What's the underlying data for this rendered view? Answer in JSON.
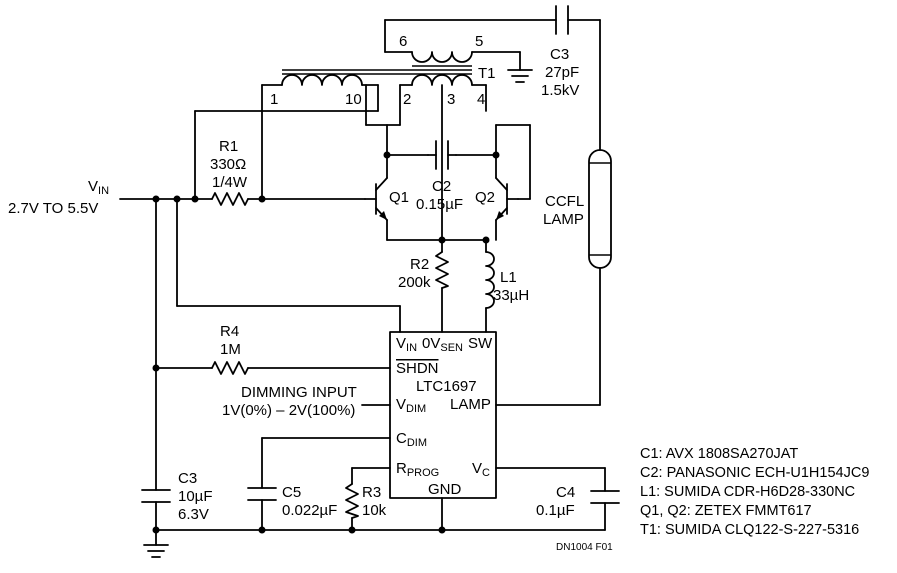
{
  "vin": {
    "label": "V",
    "label_sub": "IN",
    "range": "2.7V TO 5.5V"
  },
  "r1": {
    "name": "R1",
    "value": "330Ω",
    "power": "1/4W"
  },
  "r2": {
    "name": "R2",
    "value": "200k"
  },
  "r3": {
    "name": "R3",
    "value": "10k"
  },
  "r4": {
    "name": "R4",
    "value": "1M"
  },
  "c2": {
    "name": "C2",
    "value": "0.15µF"
  },
  "c3_top": {
    "name": "C3",
    "value": "27pF",
    "voltage": "1.5kV"
  },
  "c3_bottom": {
    "name": "C3",
    "value": "10µF",
    "voltage": "6.3V"
  },
  "c4": {
    "name": "C4",
    "value": "0.1µF"
  },
  "c5": {
    "name": "C5",
    "value": "0.022µF"
  },
  "l1": {
    "name": "L1",
    "value": "33µH"
  },
  "q1": {
    "name": "Q1"
  },
  "q2": {
    "name": "Q2"
  },
  "t1": {
    "name": "T1",
    "pins": [
      "1",
      "10",
      "2",
      "3",
      "4",
      "6",
      "5"
    ]
  },
  "lamp": {
    "line1": "CCFL",
    "line2": "LAMP"
  },
  "ic": {
    "name": "LTC1697",
    "pins": {
      "vin": "V",
      "vin_sub": "IN",
      "ovsen": "0V",
      "ovsen_sub": "SEN",
      "sw": "SW",
      "shdn": "SHDN",
      "vdim": "V",
      "vdim_sub": "DIM",
      "lamp": "LAMP",
      "cdim": "C",
      "cdim_sub": "DIM",
      "rprog": "R",
      "rprog_sub": "PROG",
      "vc": "V",
      "vc_sub": "C",
      "gnd": "GND"
    }
  },
  "dimming": {
    "label": "DIMMING INPUT",
    "range": "1V(0%) – 2V(100%)"
  },
  "notes": [
    "C1: AVX 1808SA270JAT",
    "C2: PANASONIC ECH-U1H154JC9",
    "L1: SUMIDA CDR-H6D28-330NC",
    "Q1, Q2: ZETEX FMMT617",
    "T1: SUMIDA CLQ122-S-227-5316"
  ],
  "figure_id": "DN1004 F01"
}
